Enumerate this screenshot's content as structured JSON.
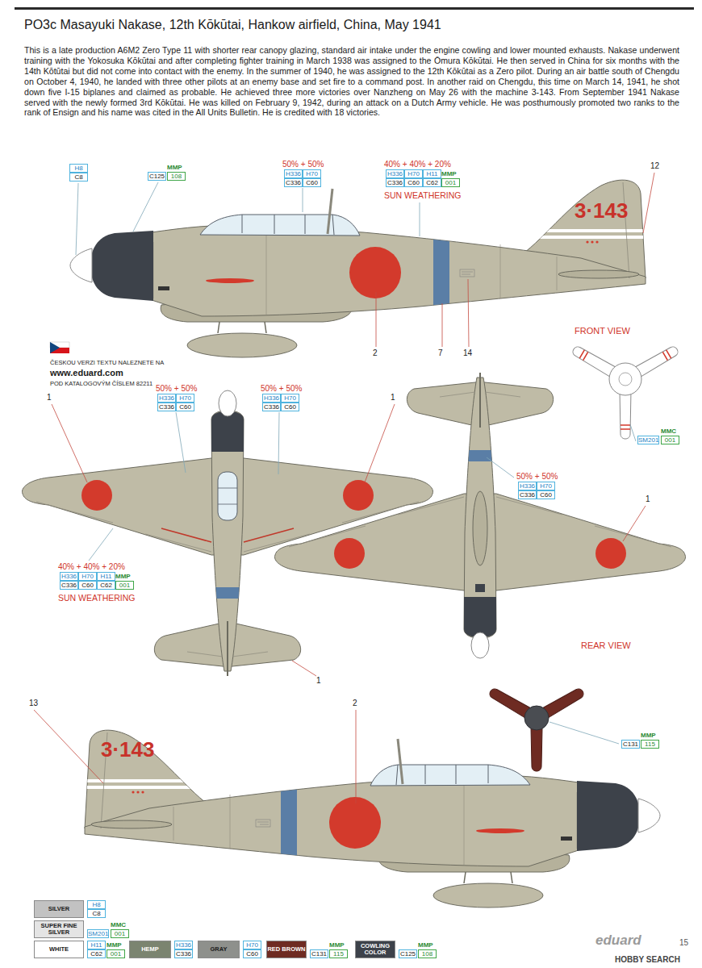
{
  "diagram": {
    "title": "PO3c Masayuki Nakase, 12th Kōkūtai, Hankow airfield, China, May 1941",
    "caption": "This is a late production A6M2 Zero Type 11 with shorter rear canopy glazing, standard air intake under the engine cowling and lower mounted exhausts. Nakase underwent training with the Yokosuka Kōkūtai and after completing fighter training in March 1938 was assigned to the Ōmura Kōkūtai. He then served in China for six months with the 14th Kōtūtai but did not come into contact with the enemy. In the summer of 1940, he was assigned to the 12th Kōkūtai as a Zero pilot. During an air battle south of Chengdu on October 4, 1940, he landed with three other pilots at an enemy base and set fire to a command post. In another raid on Chengdu, this time on March 14, 1941, he shot down five I-15 biplanes and claimed as probable. He achieved three more victories over Nanzheng on May 26 with the machine 3-143. From September 1941 Nakase served with the newly formed 3rd Kōkūtai. He was killed on February 9, 1942, during an attack on a Dutch Army vehicle. He was posthumously promoted two ranks to the rank of Ensign and his name was cited in the All Units Bulletin. He is credited with 18 victories.",
    "labels": [
      "H8",
      "C8",
      "MMP",
      "C125",
      "108",
      "50% + 50%",
      "H336",
      "H70",
      "C336",
      "C60",
      "40% + 40% + 20%",
      "H336",
      "H70",
      "H11",
      "MMP",
      "C336",
      "C60",
      "C62",
      "001",
      "SUN WEATHERING",
      "12",
      "3·143",
      "2",
      "7",
      "14",
      "ČESKOU VERZI TEXTU NALEZNETE NA",
      "www.eduard.com",
      "POD KATALOGOVÝM ČÍSLEM 82211",
      "FRONT VIEW",
      "SM201",
      "MMC",
      "001",
      "1",
      "50% + 50%",
      "H336",
      "H70",
      "C336",
      "C60",
      "50% + 50%",
      "H336",
      "H70",
      "C336",
      "C60",
      "1",
      "40% + 40% + 20%",
      "H336",
      "H70",
      "H11",
      "MMP",
      "C336",
      "C60",
      "C62",
      "001",
      "SUN WEATHERING",
      "1",
      "50% + 50%",
      "H336",
      "H70",
      "C336",
      "C60",
      "1",
      "REAR VIEW",
      "MMP",
      "C131",
      "115",
      "13",
      "2",
      "3·143",
      "H8",
      "C8",
      "SM201",
      "MMC",
      "001",
      "H11",
      "C62",
      "MMP",
      "001",
      "H336",
      "C336",
      "H70",
      "C60",
      "MMP",
      "C131",
      "115",
      "MMP",
      "C125",
      "108",
      "eduard",
      "15",
      "HOBBY SEARCH"
    ],
    "legend": [
      {
        "text": "SILVER",
        "color": "#c2c2c2"
      },
      {
        "text": "SUPER FINE SILVER",
        "color": "#e4e4e4"
      },
      {
        "text": "WHITE",
        "color": "#ffffff"
      },
      {
        "text": "HEMP",
        "color": "#7b8470"
      },
      {
        "text": "GRAY",
        "color": "#8e908c"
      },
      {
        "text": "RED BROWN",
        "color": "#6e2b22"
      },
      {
        "text": "COWLING COLOR",
        "color": "#3d424a"
      }
    ]
  }
}
